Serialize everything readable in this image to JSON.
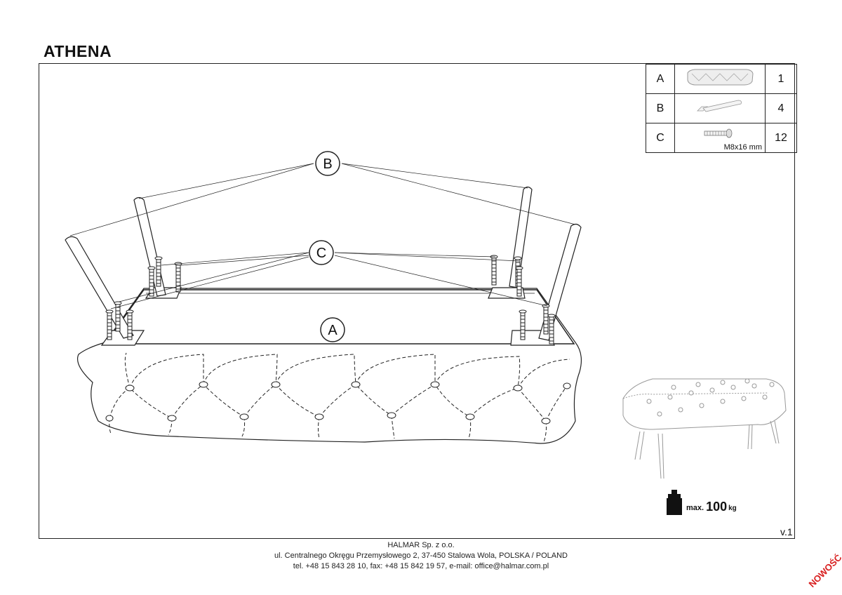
{
  "title": "ATHENA",
  "parts": [
    {
      "letter": "A",
      "qty": "1",
      "icon": "bench-top-icon"
    },
    {
      "letter": "B",
      "qty": "4",
      "icon": "leg-icon"
    },
    {
      "letter": "C",
      "qty": "12",
      "icon": "screw-icon",
      "spec": "M8x16 mm"
    }
  ],
  "callouts": {
    "a": "A",
    "b": "B",
    "c": "C"
  },
  "max_load": {
    "label": "max.",
    "value": "100",
    "unit": "kg"
  },
  "version": "v.1",
  "footer": {
    "company": "HALMAR Sp. z o.o.",
    "address": "ul. Centralnego Okręgu Przemysłowego 2, 37-450 Stalowa Wola, POLSKA / POLAND",
    "contact": "tel. +48 15 843 28 10, fax: +48 15 842 19 57, e-mail: office@halmar.com.pl"
  },
  "badge": "NOWOŚĆ",
  "colors": {
    "badge": "#d81e1e",
    "line": "#222222"
  }
}
